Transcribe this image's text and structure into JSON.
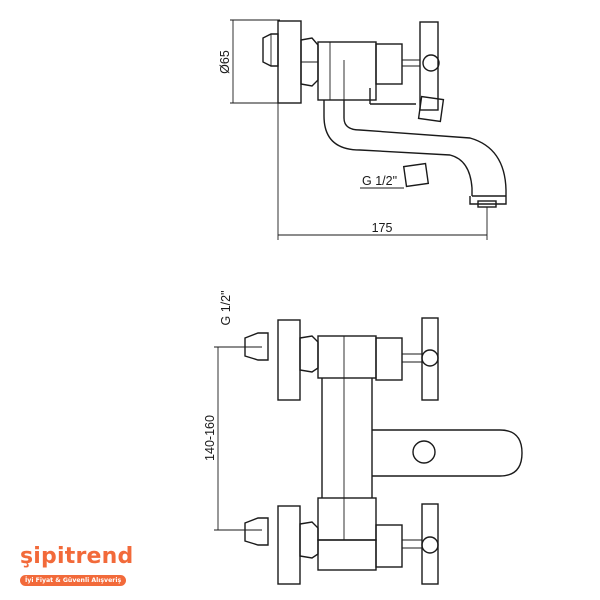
{
  "dimensions": {
    "diameter": "Ø65",
    "thread_top": "G 1/2\"",
    "length": "175",
    "thread_side": "G 1/2\"",
    "center_distance": "140-160"
  },
  "brand": {
    "name": "şipitrend",
    "tagline": "İyi Fiyat & Güvenli Alışveriş",
    "color": "#f26a3a"
  }
}
